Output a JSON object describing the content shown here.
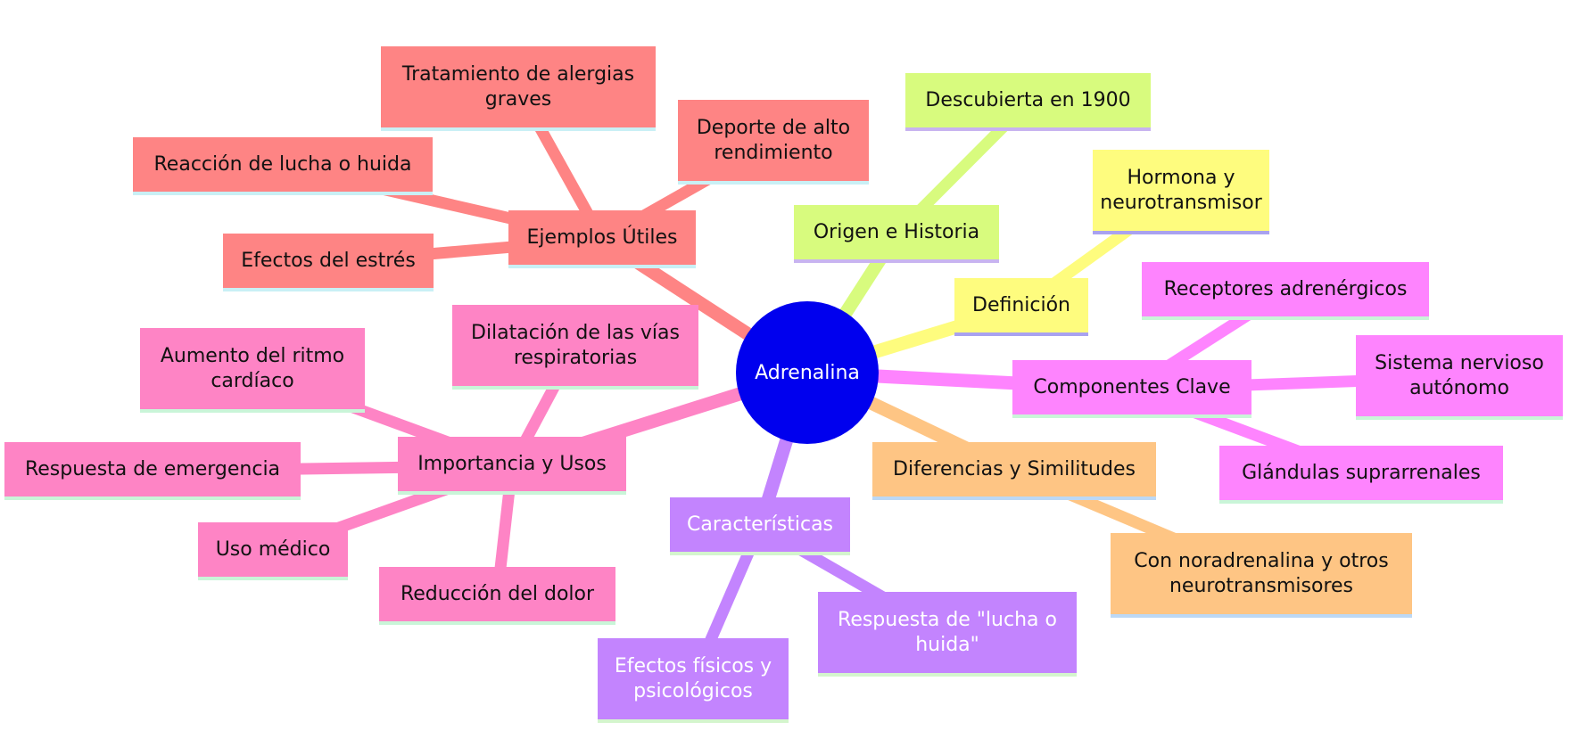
{
  "root": {
    "label": "Adrenalina",
    "color": "#0000ee"
  },
  "branches": [
    {
      "id": "origen",
      "label": "Origen e Historia",
      "color": "#d8fb7e",
      "edge": "#d8fb7e",
      "text": "#111111",
      "underline": "#c8b4f0",
      "children": [
        {
          "id": "descubierta",
          "label": "Descubierta en 1900"
        }
      ]
    },
    {
      "id": "definicion",
      "label": "Definición",
      "color": "#fefc7e",
      "edge": "#fefc7e",
      "text": "#111111",
      "underline": "#a9a2f0",
      "children": [
        {
          "id": "hormona",
          "label": "Hormona y neurotransmisor"
        }
      ]
    },
    {
      "id": "componentes",
      "label": "Componentes Clave",
      "color": "#fe84fe",
      "edge": "#fe84fe",
      "text": "#111111",
      "underline": "#c9f5d8",
      "children": [
        {
          "id": "receptores",
          "label": "Receptores adrenérgicos"
        },
        {
          "id": "sistema",
          "label": "Sistema nervioso autónomo"
        },
        {
          "id": "glandulas",
          "label": "Glándulas suprarrenales"
        }
      ]
    },
    {
      "id": "diferencias",
      "label": "Diferencias y Similitudes",
      "color": "#fec584",
      "edge": "#fec584",
      "text": "#111111",
      "underline": "#bcd8f5",
      "children": [
        {
          "id": "noradrenalina",
          "label": "Con noradrenalina y otros neurotransmisores"
        }
      ]
    },
    {
      "id": "caracteristicas",
      "label": "Características",
      "color": "#c384fe",
      "edge": "#c384fe",
      "text": "#ffffff",
      "underline": "#d4f5cd",
      "children": [
        {
          "id": "respuesta-lucha",
          "label": "Respuesta de \"lucha o huida\""
        },
        {
          "id": "efectos-fisicos",
          "label": "Efectos físicos y psicológicos"
        }
      ]
    },
    {
      "id": "importancia",
      "label": "Importancia y Usos",
      "color": "#fe84c5",
      "edge": "#fe84c5",
      "text": "#111111",
      "underline": "#c9f5d8",
      "children": [
        {
          "id": "dilatacion",
          "label": "Dilatación de las vías respiratorias"
        },
        {
          "id": "ritmo",
          "label": "Aumento del ritmo cardíaco"
        },
        {
          "id": "emergencia",
          "label": "Respuesta de emergencia"
        },
        {
          "id": "uso-medico",
          "label": "Uso médico"
        },
        {
          "id": "dolor",
          "label": "Reducción del dolor"
        }
      ]
    },
    {
      "id": "ejemplos",
      "label": "Ejemplos Útiles",
      "color": "#fe8484",
      "edge": "#fe8484",
      "text": "#111111",
      "underline": "#c9f0f5",
      "children": [
        {
          "id": "alergias",
          "label": "Tratamiento de alergias graves"
        },
        {
          "id": "deporte",
          "label": "Deporte de alto rendimiento"
        },
        {
          "id": "reaccion",
          "label": "Reacción de lucha o huida"
        },
        {
          "id": "estres",
          "label": "Efectos del estrés"
        }
      ]
    }
  ]
}
